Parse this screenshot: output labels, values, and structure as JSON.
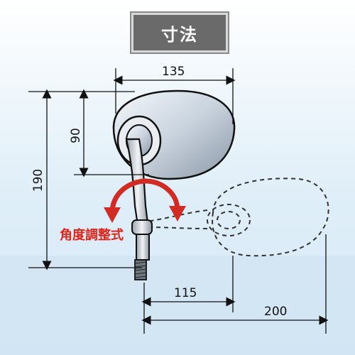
{
  "title": "寸法",
  "dimensions": {
    "width_top": "135",
    "height_head": "90",
    "height_total": "190",
    "reach_115": "115",
    "reach_200": "200"
  },
  "feature_label": "角度調整式",
  "colors": {
    "title_bg": "#6a6a6a",
    "arrow_red": "#d12b24",
    "label_red": "#e2231a"
  }
}
